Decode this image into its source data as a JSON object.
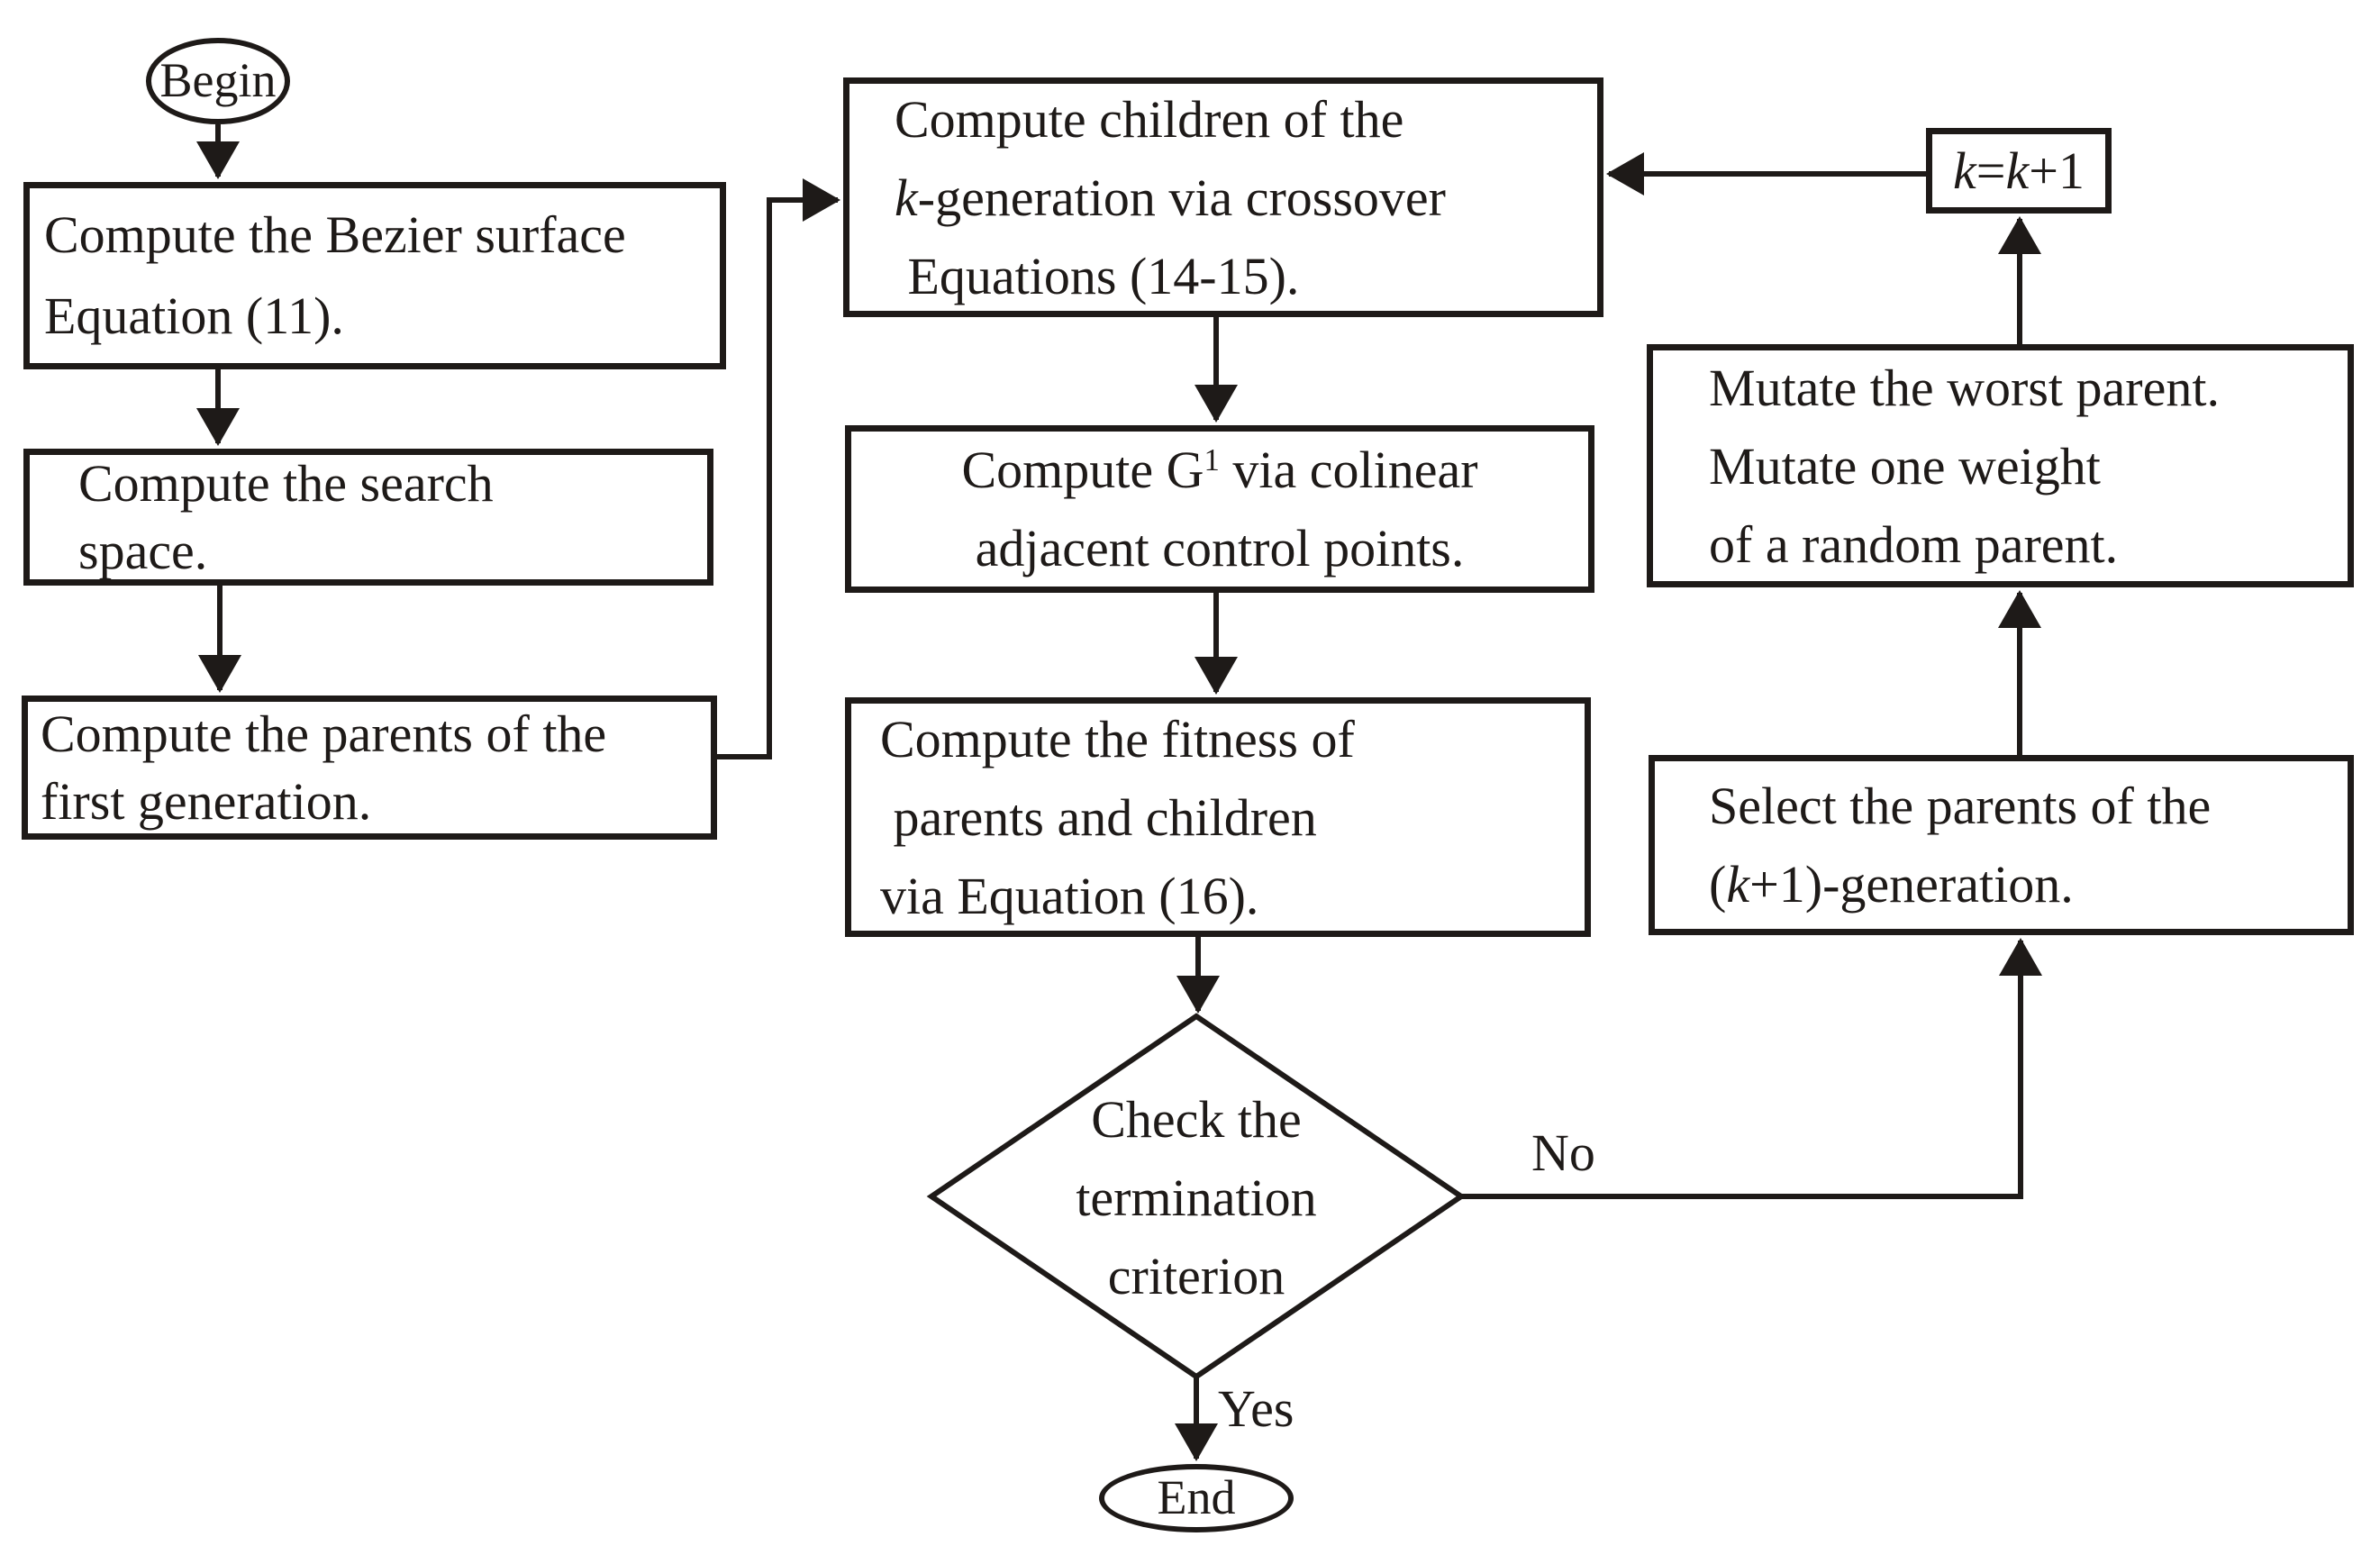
{
  "colors": {
    "ink": "#1e1a18",
    "background": "#ffffff"
  },
  "flowchart": {
    "begin": {
      "lines": [
        [
          {
            "t": "Begin"
          }
        ]
      ]
    },
    "compute_bezier": {
      "lines": [
        [
          {
            "t": "Compute the Bezier surface"
          }
        ],
        [
          {
            "t": "Equation (11)."
          }
        ]
      ]
    },
    "compute_search_space": {
      "lines": [
        [
          {
            "t": "Compute the search"
          }
        ],
        [
          {
            "t": "space."
          }
        ]
      ]
    },
    "compute_first_parents": {
      "lines": [
        [
          {
            "t": "Compute the parents of the"
          }
        ],
        [
          {
            "t": "first generation."
          }
        ]
      ]
    },
    "compute_children": {
      "lines": [
        [
          {
            "t": "Compute children of the"
          }
        ],
        [
          {
            "t": "k",
            "s": "i"
          },
          {
            "t": "-generation via crossover"
          }
        ],
        [
          {
            "t": " Equations (14-15)."
          }
        ]
      ]
    },
    "compute_g1": {
      "lines": [
        [
          {
            "t": "Compute G"
          },
          {
            "t": "1",
            "s": "sup"
          },
          {
            "t": " via colinear"
          }
        ],
        [
          {
            "t": "adjacent control points."
          }
        ]
      ]
    },
    "compute_fitness": {
      "lines": [
        [
          {
            "t": "Compute the fitness of"
          }
        ],
        [
          {
            "t": " parents and children"
          }
        ],
        [
          {
            "t": "via Equation (16)."
          }
        ]
      ]
    },
    "check_termination": {
      "lines": [
        [
          {
            "t": "Check the"
          }
        ],
        [
          {
            "t": "termination"
          }
        ],
        [
          {
            "t": "criterion"
          }
        ]
      ]
    },
    "end": {
      "lines": [
        [
          {
            "t": "End"
          }
        ]
      ]
    },
    "k_increment": {
      "lines": [
        [
          {
            "t": "k",
            "s": "i"
          },
          {
            "t": "="
          },
          {
            "t": "k",
            "s": "i"
          },
          {
            "t": "+1"
          }
        ]
      ]
    },
    "mutate": {
      "lines": [
        [
          {
            "t": "Mutate the worst parent."
          }
        ],
        [
          {
            "t": "Mutate one weight"
          }
        ],
        [
          {
            "t": "of a random parent."
          }
        ]
      ]
    },
    "select_parents": {
      "lines": [
        [
          {
            "t": "Select the parents of the"
          }
        ],
        [
          {
            "t": "("
          },
          {
            "t": "k",
            "s": "i"
          },
          {
            "t": "+1)-generation."
          }
        ]
      ]
    },
    "labels": {
      "yes": "Yes",
      "no": "No"
    }
  }
}
